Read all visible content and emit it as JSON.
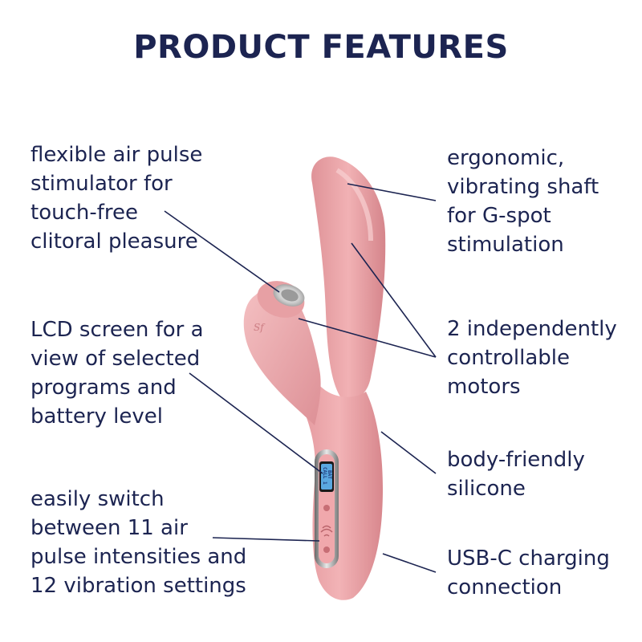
{
  "title": "PRODUCT FEATURES",
  "features": {
    "air_pulse": "flexible air pulse\nstimulator for\ntouch-free\nclitoral pleasure",
    "lcd_screen": "LCD screen for a\nview of selected\nprograms and\nbattery level",
    "switch_settings": "easily switch\nbetween 11 air\npulse intensities and\n12 vibration settings",
    "ergonomic_shaft": "ergonomic,\nvibrating shaft\nfor G-spot\nstimulation",
    "motors": "2 independently\ncontrollable\nmotors",
    "silicone": "body-friendly\nsilicone",
    "usb_c": "USB-C charging\nconnection"
  },
  "product": {
    "logo_mark": "Sf",
    "lcd_line1": "CALL 1",
    "lcd_line2": "BAT"
  },
  "colors": {
    "text": "#1c2451",
    "product_pink": "#eaa2a6",
    "product_shadow": "#d88b90",
    "product_highlight": "#f6c5c7",
    "leader_line": "#1c2451",
    "lcd_blue": "#5aa8e0"
  }
}
